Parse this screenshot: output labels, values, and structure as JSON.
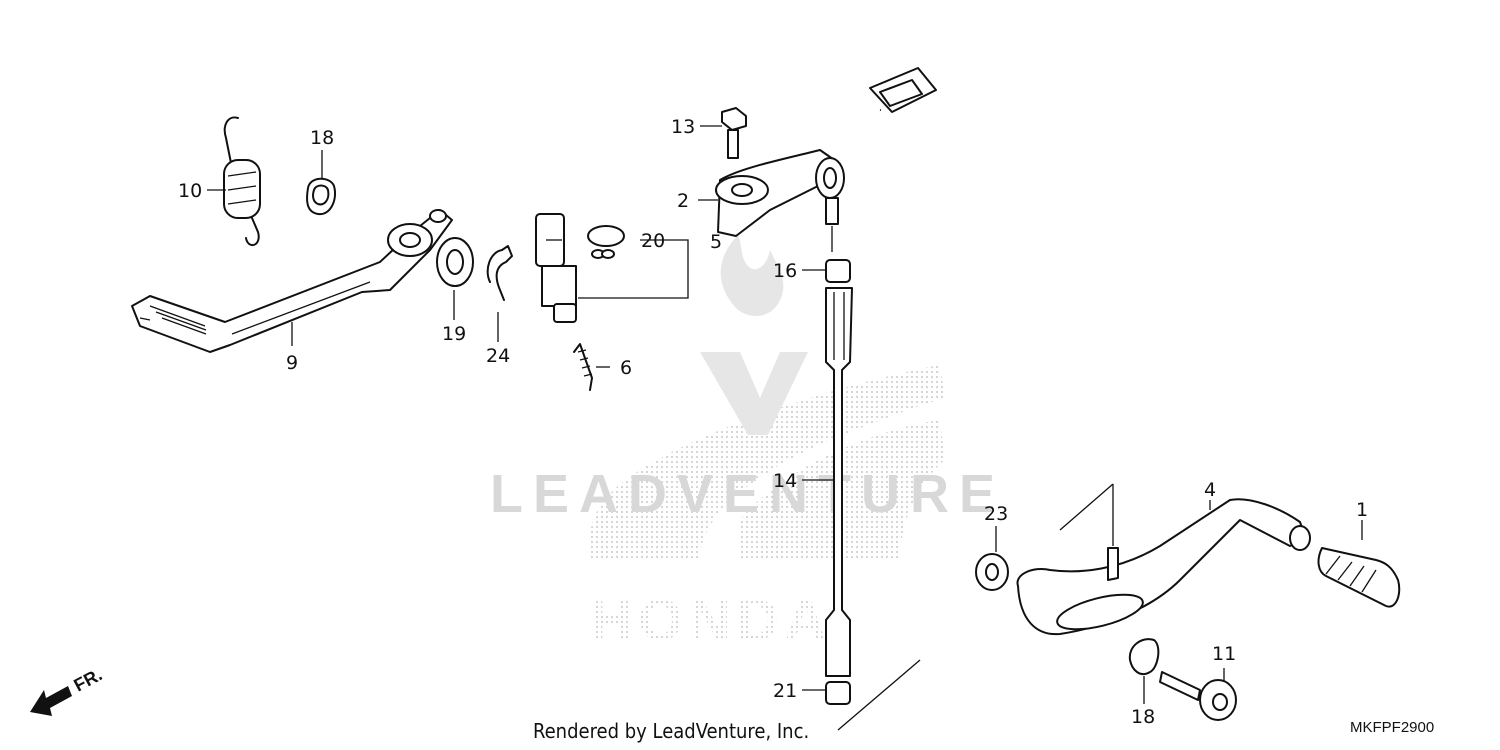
{
  "diagram": {
    "watermark_text": "LEADVENTURE",
    "background_logo_text": "HONDA",
    "footer_credit": "Rendered by LeadVenture, Inc.",
    "diagram_code": "MKFPF2900",
    "direction_indicator": "FR.",
    "callouts": {
      "p1": "1",
      "p2": "2",
      "p4": "4",
      "p5": "5",
      "p6": "6",
      "p9": "9",
      "p10": "10",
      "p11": "11",
      "p13": "13",
      "p14": "14",
      "p16": "16",
      "p18a": "18",
      "p18b": "18",
      "p19": "19",
      "p20": "20",
      "p21": "21",
      "p23": "23",
      "p24": "24"
    }
  }
}
